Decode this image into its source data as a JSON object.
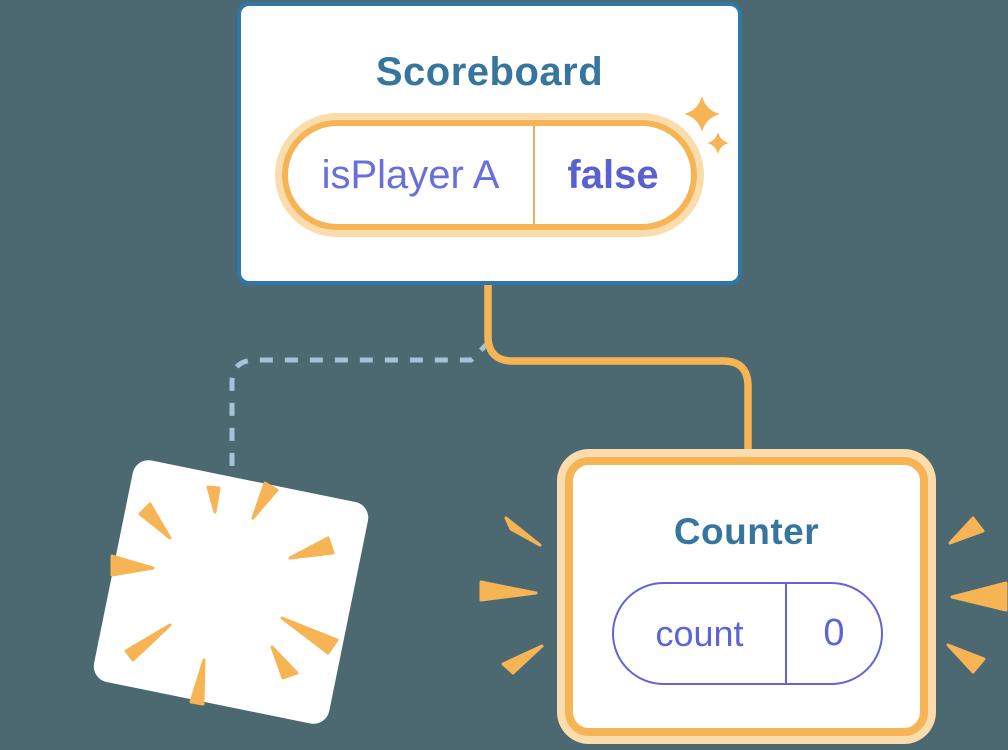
{
  "illustration": {
    "scoreboard": {
      "title": "Scoreboard",
      "state": {
        "label": "isPlayer A",
        "value": "false"
      }
    },
    "counter": {
      "title": "Counter",
      "state": {
        "label": "count",
        "value": "0"
      }
    },
    "colors": {
      "canvas_background": "#4C6971",
      "card_background": "#FFFFFF",
      "card_title_blue": "#35759E",
      "scoreboard_border_blue": "#2F76A9",
      "orange_accent": "#F6B455",
      "orange_light_ring": "#FBDCAC",
      "state_label_purple": "#6A6EDB",
      "state_value_purple": "#5A5FD1",
      "counter_pill_purple": "#6065D6",
      "dashed_connector_blue": "#A4C3D6"
    },
    "icons": {
      "sparkles": "sparkles-icon",
      "poof_burst": "poof-burst-icon",
      "emphasis_dashes": "emphasis-dashes-icon"
    }
  }
}
